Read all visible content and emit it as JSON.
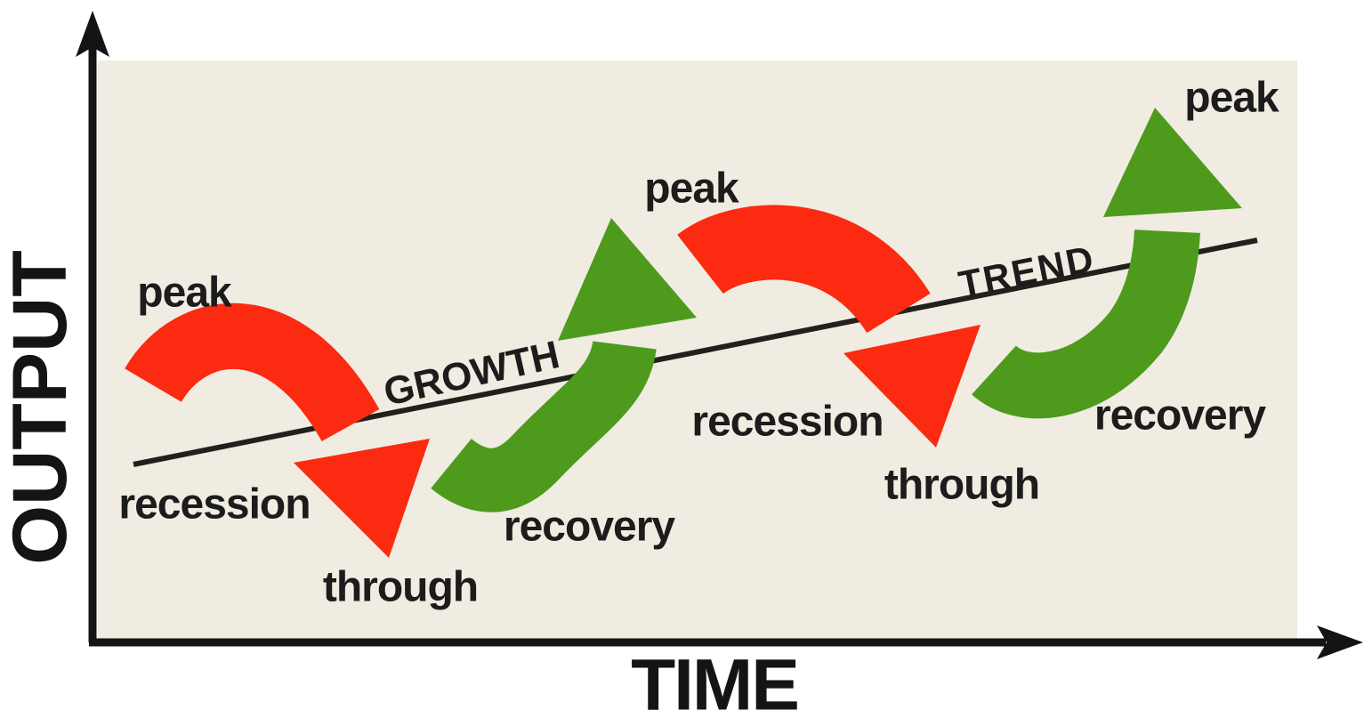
{
  "axes": {
    "y_label": "OUTPUT",
    "x_label": "TIME"
  },
  "trend": {
    "label_left": "GROWTH",
    "label_right": "TREND"
  },
  "phases": [
    {
      "id": "peak-1",
      "label": "peak"
    },
    {
      "id": "recession-1",
      "label": "recession"
    },
    {
      "id": "trough-1",
      "label": "through"
    },
    {
      "id": "recovery-1",
      "label": "recovery"
    },
    {
      "id": "peak-2",
      "label": "peak"
    },
    {
      "id": "recession-2",
      "label": "recession"
    },
    {
      "id": "trough-2",
      "label": "through"
    },
    {
      "id": "recovery-2",
      "label": "recovery"
    },
    {
      "id": "peak-3",
      "label": "peak"
    }
  ],
  "colors": {
    "background": "#ffffff",
    "plot_bg": "#f0ece1",
    "downswing_red": "#fb2a10",
    "upswing_green": "#4e9a1d",
    "ink": "#1c1c1c"
  }
}
